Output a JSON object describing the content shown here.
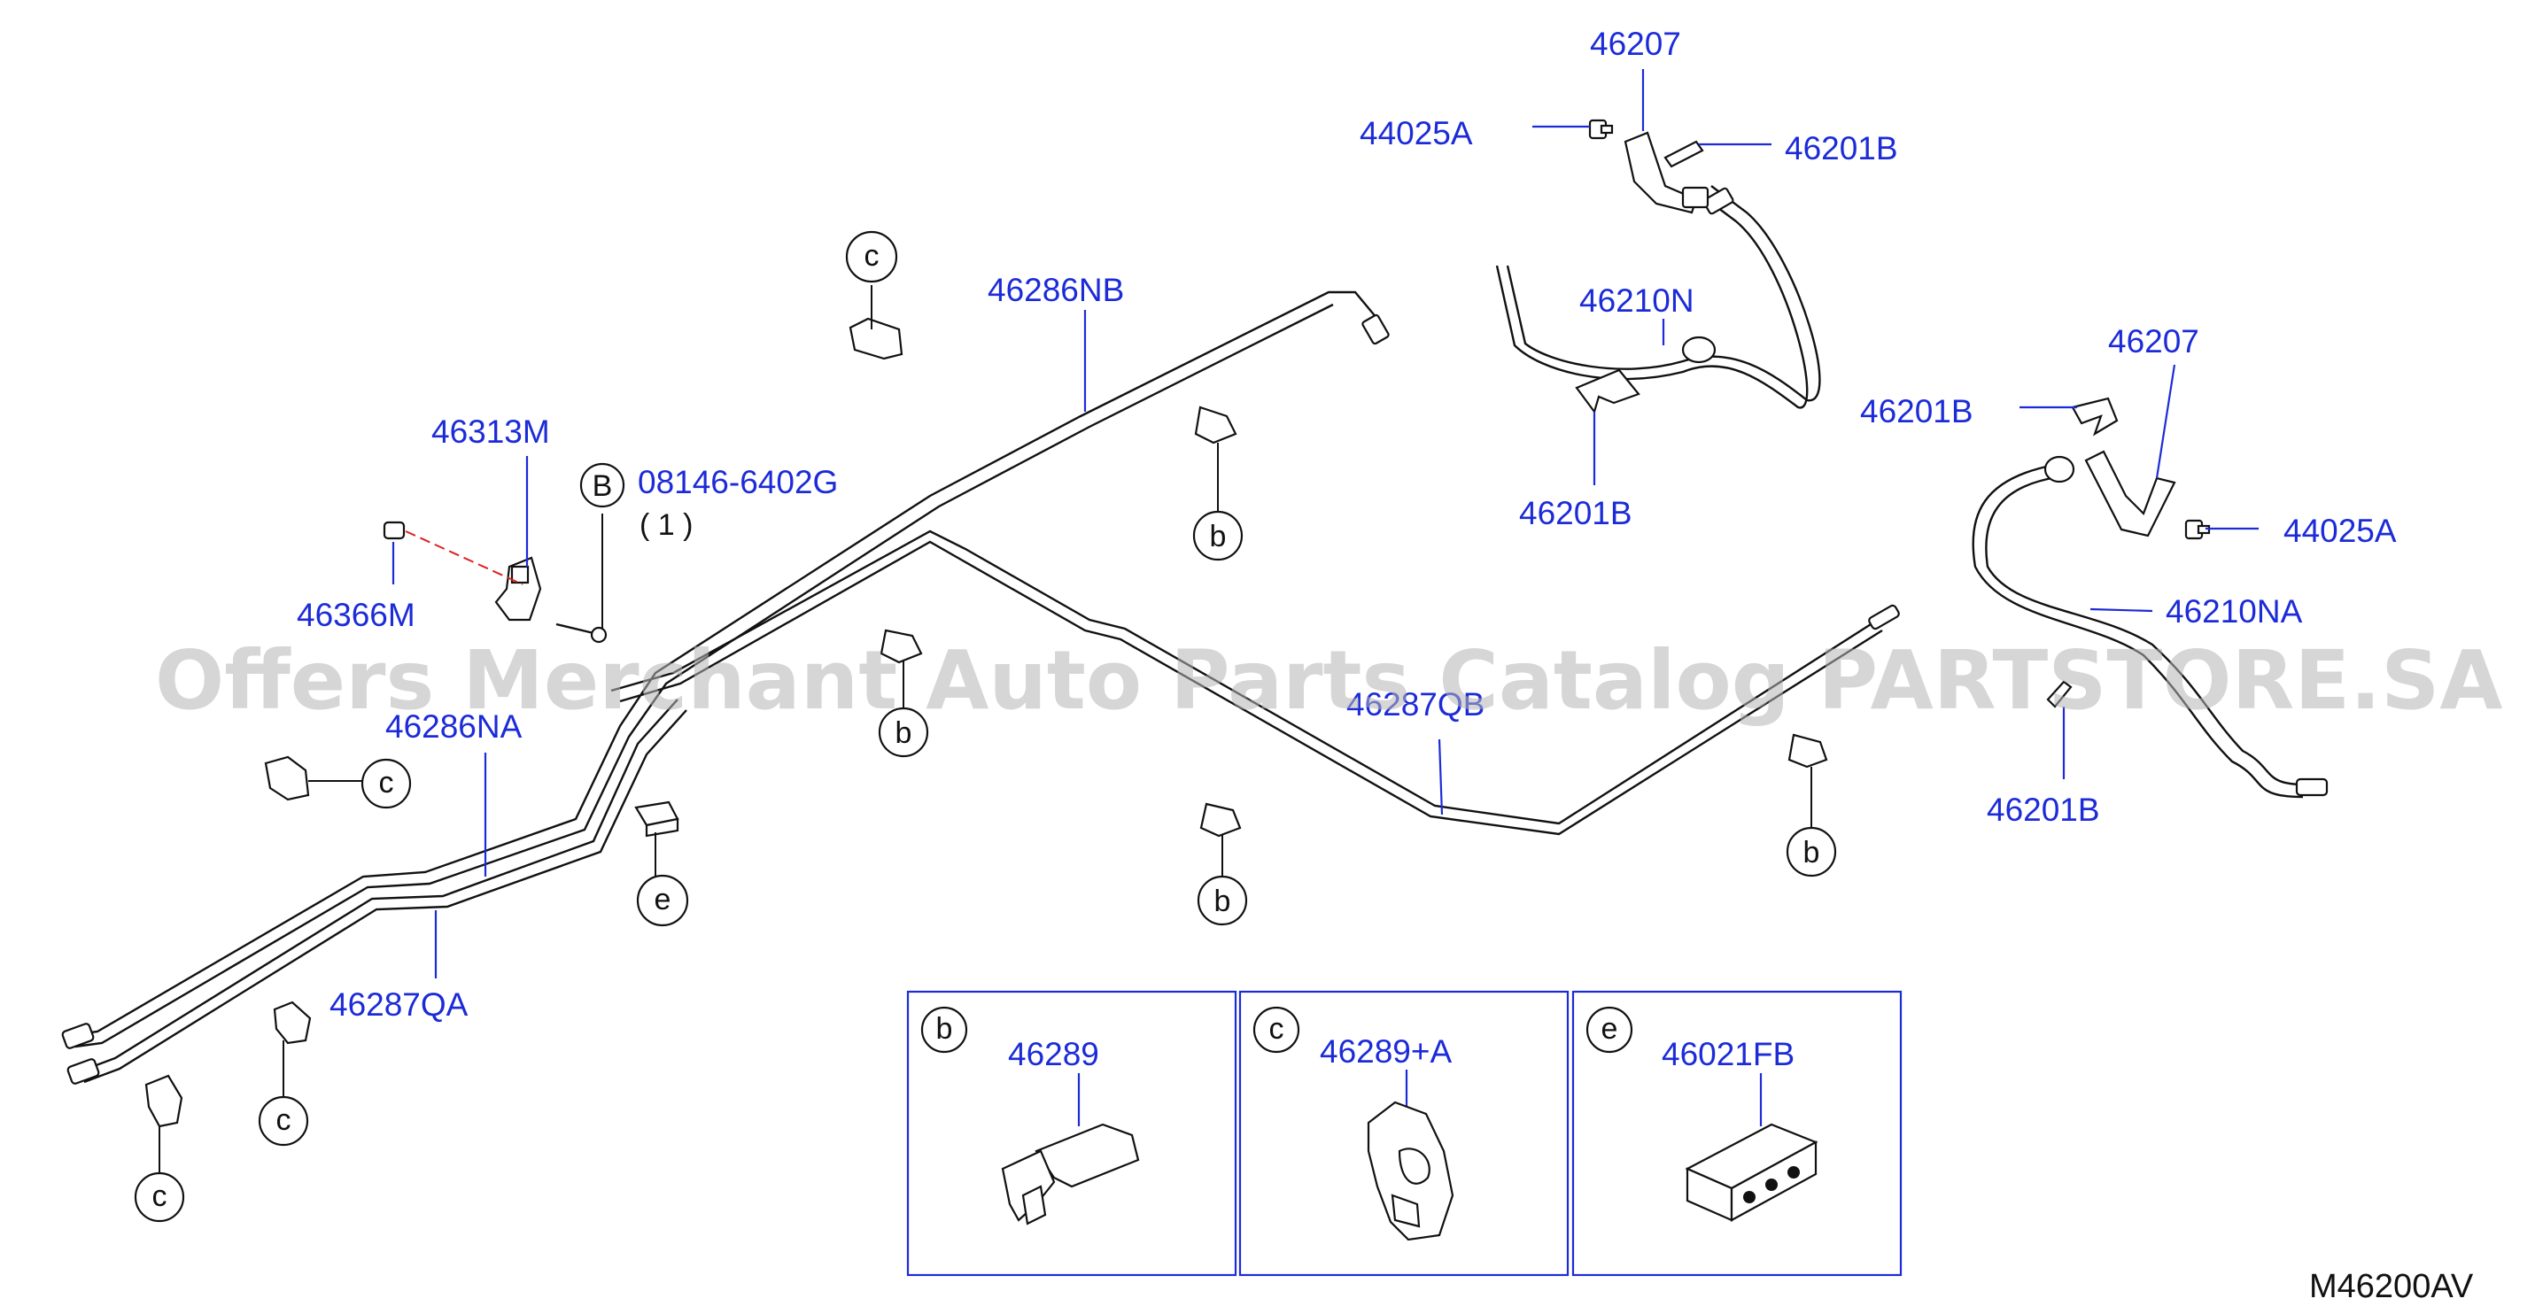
{
  "watermark": "Offers Merchant Auto Parts Catalog PARTSTORE.SA",
  "diagram_code": "M46200AV",
  "part_numbers": {
    "p46207_a": "46207",
    "p44025A_a": "44025A",
    "p46201B_a": "46201B",
    "p46286NB": "46286NB",
    "p46210N": "46210N",
    "p46201B_b": "46201B",
    "p46207_b": "46207",
    "p46201B_c": "46201B",
    "p44025A_b": "44025A",
    "p46210NA": "46210NA",
    "p46201B_d": "46201B",
    "p46313M": "46313M",
    "p08146": "08146-6402G",
    "qty": "( 1 )",
    "p46366M": "46366M",
    "p46286NA": "46286NA",
    "p46287QB": "46287QB",
    "p46287QA": "46287QA"
  },
  "refs": {
    "b": "b",
    "c": "c",
    "e": "e",
    "B": "B"
  },
  "inset_boxes": [
    {
      "ref": "b",
      "part": "46289"
    },
    {
      "ref": "c",
      "part": "46289+A"
    },
    {
      "ref": "e",
      "part": "46021FB"
    }
  ],
  "colors": {
    "part_label": "#1c2bd8",
    "line": "#111111",
    "watermark": "#b4b4b4",
    "dash_line": "#e02020"
  }
}
